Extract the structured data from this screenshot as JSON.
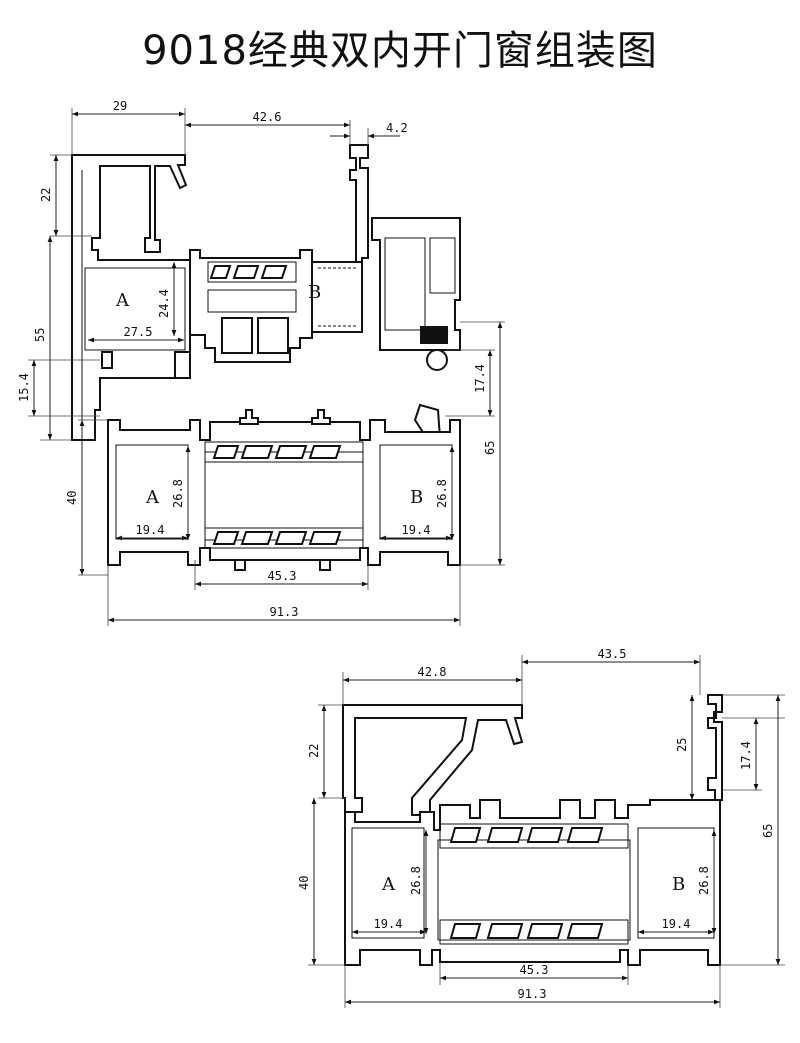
{
  "title": "9018经典双内开门窗组装图",
  "upper": {
    "dims": {
      "top_width": "29",
      "sash_width": "42.6",
      "lip": "4.2",
      "h_top": "22",
      "h_mid": "55",
      "h_small": "15.4",
      "h_frame": "40",
      "chamber_h": "24.4",
      "chamber_w": "27.5",
      "gap": "17.4",
      "total_h": "65",
      "cellA_h": "26.8",
      "cellA_w": "19.4",
      "cellB_h": "26.8",
      "cellB_w": "19.4",
      "core_w": "45.3",
      "total_w": "91.3"
    },
    "labels": {
      "a1": "A",
      "b1": "B",
      "a2": "A",
      "b2": "B"
    }
  },
  "lower": {
    "dims": {
      "top_left": "42.8",
      "top_right": "43.5",
      "h_top": "22",
      "h_frame": "40",
      "r25": "25",
      "r17": "17.4",
      "total_h": "65",
      "cellA_h": "26.8",
      "cellA_w": "19.4",
      "cellB_h": "26.8",
      "cellB_w": "19.4",
      "core_w": "45.3",
      "total_w": "91.3"
    },
    "labels": {
      "a": "A",
      "b": "B"
    }
  }
}
